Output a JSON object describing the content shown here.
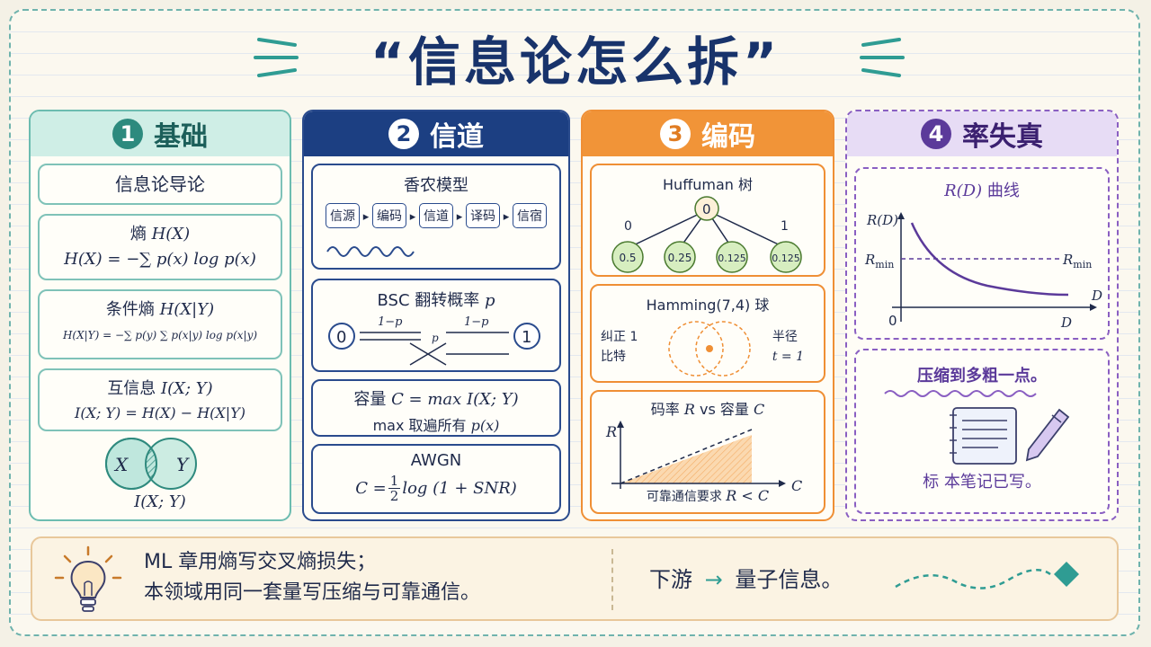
{
  "title": "“信息论怎么拆”",
  "panels": [
    {
      "num": "1",
      "label": "基础",
      "cards": {
        "intro": "信息论导论",
        "entropy_name": "熵 ",
        "entropy_sym": "H(X)",
        "entropy_formula": "H(X) = −∑ p(x) log p(x)",
        "cond_name": "条件熵 ",
        "cond_sym": "H(X|Y)",
        "cond_formula": "H(X|Y) = −∑ p(y) ∑ p(x|y) log p(x|y)",
        "mi_name": "互信息 ",
        "mi_sym": "I(X; Y)",
        "mi_formula": "I(X; Y) = H(X) − H(X|Y)",
        "venn_x": "X",
        "venn_y": "Y",
        "venn_label": "I(X; Y)"
      }
    },
    {
      "num": "2",
      "label": "信道",
      "cards": {
        "shannon_title": "香农模型",
        "chain": [
          "信源",
          "编码",
          "信道",
          "译码",
          "信宿"
        ],
        "bsc_title": "BSC 翻转概率 ",
        "bsc_p": "p",
        "bsc_left": "0",
        "bsc_right": "1",
        "bsc_top_left": "1−p",
        "bsc_top_right": "1−p",
        "bsc_mid": "p",
        "cap_line1": "容量 ",
        "cap_formula": "C = max I(X; Y)",
        "cap_line2": "max 取遍所有 ",
        "cap_px": "p(x)",
        "awgn_title": "AWGN",
        "awgn_formula_left": "C = ",
        "awgn_num": "1",
        "awgn_den": "2",
        "awgn_formula_right": " log (1 + SNR)"
      }
    },
    {
      "num": "3",
      "label": "编码",
      "cards": {
        "huff_title": "Huffuman 树",
        "huff_root": "0",
        "huff_left_edge": "0",
        "huff_right_edge": "1",
        "huff_leaves": [
          "0.5",
          "0.25",
          "0.125",
          "0.125"
        ],
        "ham_title": "Hamming(7,4) 球",
        "ham_left1": "纠正 1",
        "ham_left2": "比特",
        "ham_right1": "半径",
        "ham_right2": "t = 1",
        "rate_title": "码率 ",
        "rate_R": "R",
        "rate_vs": " vs 容量 ",
        "rate_C": "C",
        "axis_R": "R",
        "axis_C": "C",
        "rate_req": "可靠通信要求 ",
        "rate_req_formula": "R < C"
      }
    },
    {
      "num": "4",
      "label": "率失真",
      "cards": {
        "rd_title_sym": "R(D)",
        "rd_title_text": " 曲线",
        "axis_y": "R(D)",
        "axis_x": "D",
        "axis_x2": "D",
        "origin": "0",
        "rmin_left": "R",
        "rmin_left_sub": "min",
        "rmin_right": "R",
        "rmin_right_sub": "min",
        "compress": "压缩到多粗一点。",
        "note": "标 本笔记已写。"
      }
    }
  ],
  "bottom": {
    "line1": "ML 章用熵写交叉熵损失；",
    "line2": "本领域用同一套量写压缩与可靠通信。",
    "next_label": "下游",
    "next_arrow": "→",
    "next_target": "量子信息。"
  },
  "colors": {
    "teal": "#4aa79b",
    "teal_light": "#cfeee6",
    "navy": "#1c3f82",
    "orange": "#ef8f35",
    "purple": "#8a5fc2",
    "purple_light": "#e7dcf5"
  }
}
